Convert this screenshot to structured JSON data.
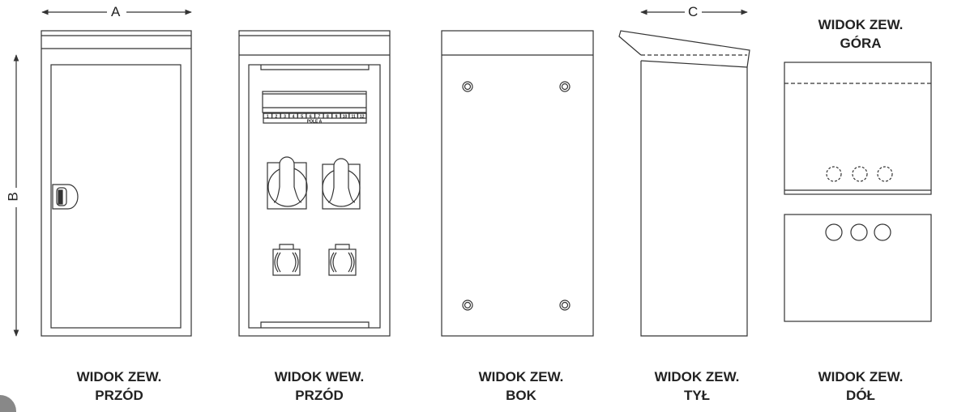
{
  "dimensions": {
    "a": "A",
    "b": "B",
    "c": "C"
  },
  "terminal_block": {
    "numbers": [
      "1",
      "2",
      "3",
      "4",
      "5",
      "6",
      "7",
      "8",
      "9",
      "10",
      "11",
      "12"
    ],
    "label": "POLE A"
  },
  "views": [
    {
      "line1": "WIDOK ZEW.",
      "line2": "PRZÓD"
    },
    {
      "line1": "WIDOK WEW.",
      "line2": "PRZÓD"
    },
    {
      "line1": "WIDOK ZEW.",
      "line2": "BOK"
    },
    {
      "line1": "WIDOK ZEW.",
      "line2": "TYŁ"
    },
    {
      "line1": "WIDOK ZEW.",
      "line2": "DÓŁ"
    },
    {
      "line1": "WIDOK ZEW.",
      "line2": "GÓRA"
    }
  ],
  "colors": {
    "line": "#333333",
    "text": "#222222"
  }
}
